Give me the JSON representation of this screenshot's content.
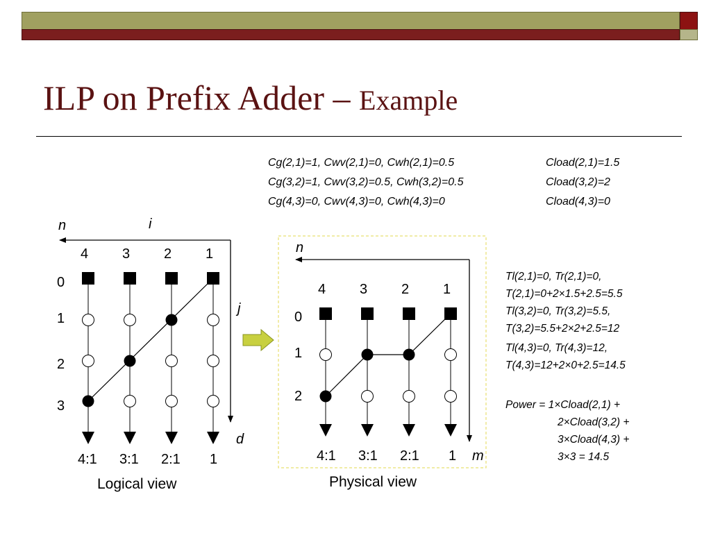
{
  "slide": {
    "title_main": "ILP on Prefix Adder – ",
    "title_sub": "Example"
  },
  "costs": {
    "rows": [
      {
        "c": "Cg(2,1)=1, Cwv(2,1)=0, Cwh(2,1)=0.5",
        "load": "Cload(2,1)=1.5"
      },
      {
        "c": "Cg(3,2)=1, Cwv(3,2)=0.5, Cwh(3,2)=0.5",
        "load": "Cload(3,2)=2"
      },
      {
        "c": "Cg(4,3)=0, Cwv(4,3)=0, Cwh(4,3)=0",
        "load": "Cload(4,3)=0"
      }
    ]
  },
  "logical": {
    "axis_n": "n",
    "axis_i": "i",
    "axis_j": "j",
    "axis_d": "d",
    "cols": [
      "4",
      "3",
      "2",
      "1"
    ],
    "rows": [
      "0",
      "1",
      "2",
      "3"
    ],
    "outputs": [
      "4:1",
      "3:1",
      "2:1",
      "1"
    ],
    "caption": "Logical view"
  },
  "physical": {
    "axis_n": "n",
    "axis_m": "m",
    "cols": [
      "4",
      "3",
      "2",
      "1"
    ],
    "rows": [
      "0",
      "1",
      "2"
    ],
    "outputs": [
      "4:1",
      "3:1",
      "2:1",
      "1"
    ],
    "caption": "Physical view"
  },
  "timing": [
    {
      "line1": "Tl(2,1)=0, Tr(2,1)=0,",
      "line2": "T(2,1)=0+2×1.5+2.5=5.5"
    },
    {
      "line1": "Tl(3,2)=0, Tr(3,2)=5.5,",
      "line2": "T(3,2)=5.5+2×2+2.5=12"
    },
    {
      "line1": "Tl(4,3)=0, Tr(4,3)=12,",
      "line2": "T(4,3)=12+2×0+2.5=14.5"
    }
  ],
  "power": [
    "Power = 1×Cload(2,1) +",
    "2×Cload(3,2) +",
    "3×Cload(4,3) +",
    "3×3 = 14.5"
  ],
  "colors": {
    "bar_olive": "#a0a060",
    "bar_maroon": "#7b1e1e",
    "title": "#5a1212",
    "dashed_box": "#e8e070",
    "arrow_fill": "#c8d040"
  }
}
